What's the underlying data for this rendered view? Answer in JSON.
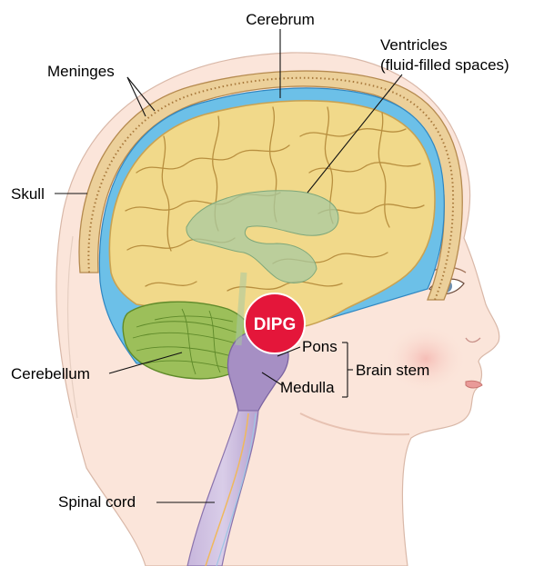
{
  "labels": {
    "cerebrum": "Cerebrum",
    "meninges": "Meninges",
    "ventricles_line1": "Ventricles",
    "ventricles_line2": "(fluid-filled spaces)",
    "skull": "Skull",
    "cerebellum": "Cerebellum",
    "pons": "Pons",
    "medulla": "Medulla",
    "brain_stem": "Brain stem",
    "spinal_cord": "Spinal cord",
    "tumor": "DIPG"
  },
  "colors": {
    "brain": "#f1d98a",
    "brain_outline": "#c9a252",
    "cerebellum": "#9cbf5a",
    "ventricles": "#a8c9a0",
    "csf": "#5fb6e0",
    "skull": "#e8c98a",
    "skin": "#fbe5da",
    "brainstem": "#b09ac8",
    "tumor": "#e4163a"
  }
}
